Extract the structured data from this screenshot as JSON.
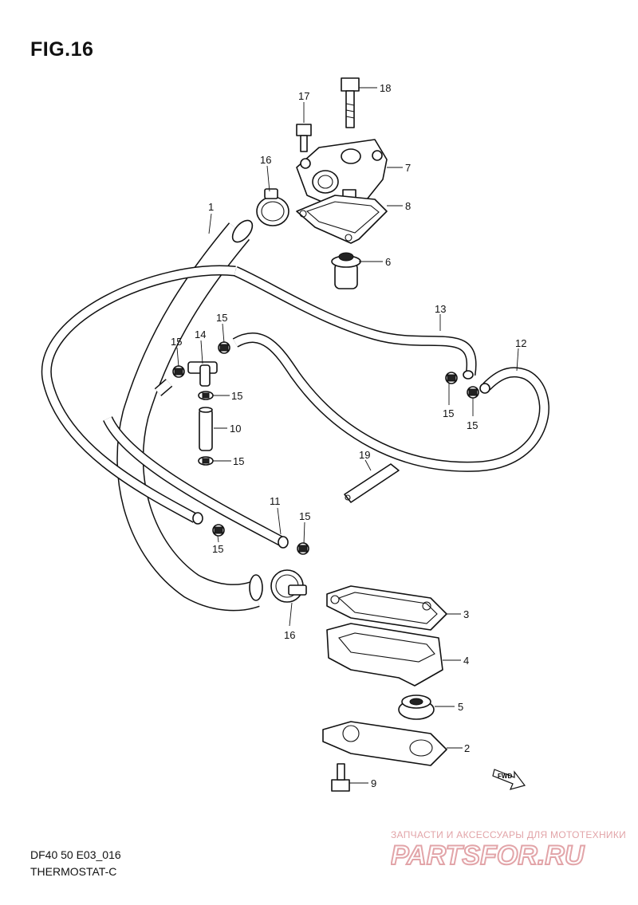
{
  "figure": {
    "title": "FIG.16"
  },
  "footer": {
    "code": "DF40 50 E03_016",
    "name": "THERMOSTAT-C"
  },
  "watermark": {
    "tagline": "ЗАПЧАСТИ И АКСЕССУАРЫ ДЛЯ МОТОТЕХНИКИ",
    "logo_text": "PARTSFOR.RU",
    "color": "#e2a4a8"
  },
  "fwd_label": "FWD",
  "callouts": {
    "c1": "1",
    "c2": "2",
    "c3": "3",
    "c4": "4",
    "c5": "5",
    "c6": "6",
    "c7": "7",
    "c8": "8",
    "c9": "9",
    "c10": "10",
    "c11": "11",
    "c12": "12",
    "c13": "13",
    "c14": "14",
    "c15a": "15",
    "c15b": "15",
    "c15c": "15",
    "c15d": "15",
    "c15e": "15",
    "c15f": "15",
    "c15g": "15",
    "c15h": "15",
    "c16a": "16",
    "c16b": "16",
    "c17": "17",
    "c18": "18",
    "c19": "19"
  }
}
